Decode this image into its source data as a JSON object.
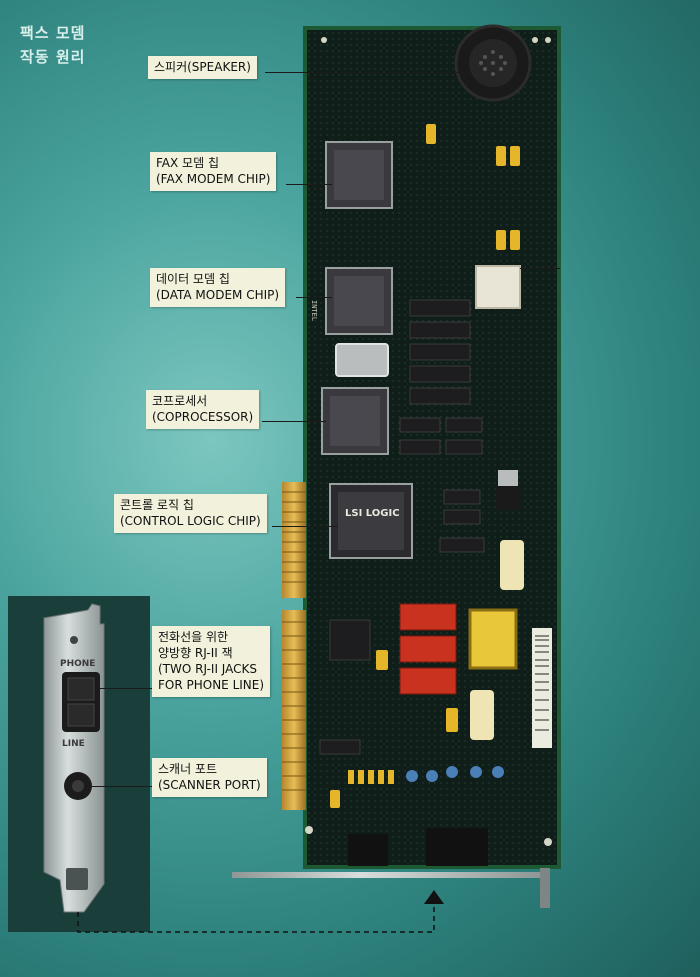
{
  "title": {
    "line1": "팩스 모뎀",
    "line2": "작동 원리"
  },
  "labels": {
    "speaker": {
      "line1": "스피커(SPEAKER)"
    },
    "fax_modem_chip": {
      "line1": "FAX 모뎀 칩",
      "line2": "(FAX MODEM CHIP)"
    },
    "data_modem_chip": {
      "line1": "데이터 모뎀 칩",
      "line2": "(DATA MODEM CHIP)"
    },
    "coprocessor": {
      "line1": "코프로세서",
      "line2": "(COPROCESSOR)"
    },
    "control_logic_chip": {
      "line1": "콘트롤 로직 칩",
      "line2": "(CONTROL LOGIC CHIP)"
    },
    "rj11_jacks": {
      "line1": "전화선을 위한",
      "line2": "양방향 RJ-II 잭",
      "line3": "(TWO RJ-II JACKS",
      "line4": "FOR PHONE LINE)"
    },
    "scanner_port": {
      "line1": "스캐너 포트",
      "line2": "(SCANNER PORT)"
    }
  },
  "chip_text": {
    "lsi_logic": "LSI LOGIC",
    "intel": "INTEL",
    "phone": "PHONE",
    "line": "LINE"
  },
  "colors": {
    "pcb": "#0d1a16",
    "pcb_edge": "#1d5a33",
    "label_bg": "#f2f1dc",
    "capacitor_red": "#c8321e",
    "capacitor_yellow": "#e5b52a",
    "bracket_silver": "#b9c0c0"
  }
}
